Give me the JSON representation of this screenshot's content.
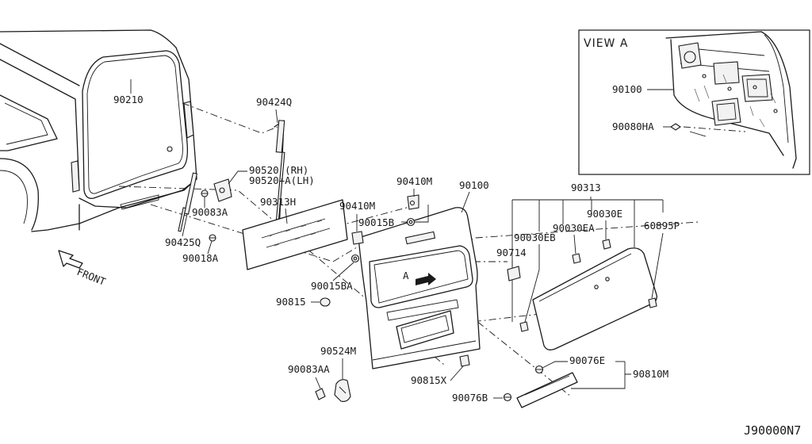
{
  "diagram_code": "J90000N7",
  "view_label": "VIEW A",
  "front_label": "FRONT",
  "view_marker": "A",
  "parts": {
    "p90210": "90210",
    "p90424Q": "90424Q",
    "p90520rh": "90520 (RH)",
    "p90520lh": "90520+A(LH)",
    "p90083A": "90083A",
    "p90425Q": "90425Q",
    "p90018A": "90018A",
    "p90313H": "90313H",
    "p90410M_top": "90410M",
    "p90410M_left": "90410M",
    "p90100_main": "90100",
    "p90015B": "90015B",
    "p90015BA": "90015BA",
    "p90815": "90815",
    "p90524M": "90524M",
    "p90083AA": "90083AA",
    "p90815X": "90815X",
    "p90076B": "90076B",
    "p90076E": "90076E",
    "p90810M": "90810M",
    "p90313": "90313",
    "p90030E": "90030E",
    "p90030EA": "90030EA",
    "p90030EB": "90030EB",
    "p60895P": "60895P",
    "p90714": "90714",
    "p90100_view": "90100",
    "p90080HA": "90080HA"
  }
}
